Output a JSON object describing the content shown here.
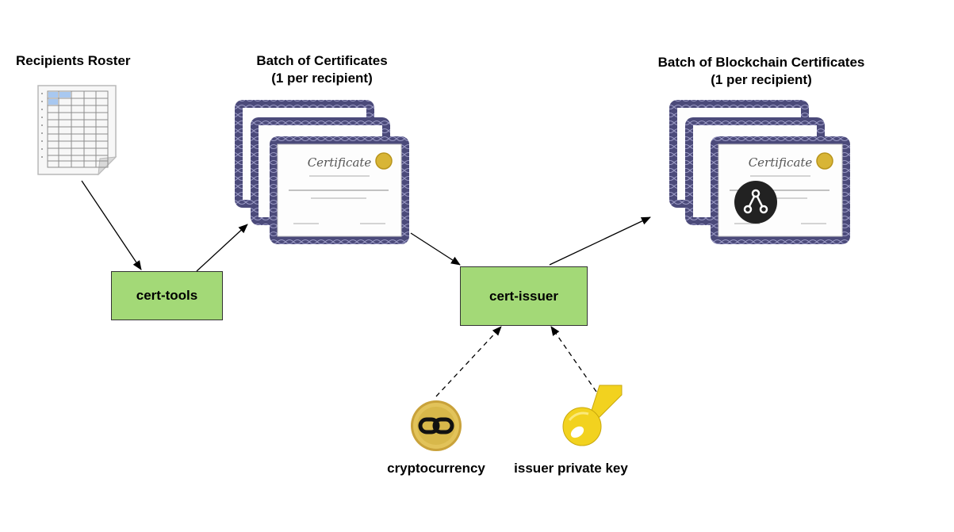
{
  "labels": {
    "recipients_roster": "Recipients Roster",
    "batch_certs_line1": "Batch of Certificates",
    "batch_certs_line2": "(1 per recipient)",
    "batch_blockchain_line1": "Batch of Blockchain Certificates",
    "batch_blockchain_line2": "(1 per recipient)",
    "cryptocurrency": "cryptocurrency",
    "issuer_private_key": "issuer private key"
  },
  "nodes": {
    "cert_tools": "cert-tools",
    "cert_issuer": "cert-issuer"
  },
  "certificate": {
    "title": "Certificate"
  },
  "colors": {
    "process_box": "#a3d977",
    "certificate_border": "#4b4a7a",
    "seal": "#d8b536",
    "coin": "#d8b84a",
    "key": "#f2d21f",
    "blockcerts_badge": "#222222"
  },
  "icons": {
    "roster": "spreadsheet-icon",
    "coin": "chain-link-coin-icon",
    "key": "key-icon",
    "badge": "blockcerts-icon"
  }
}
